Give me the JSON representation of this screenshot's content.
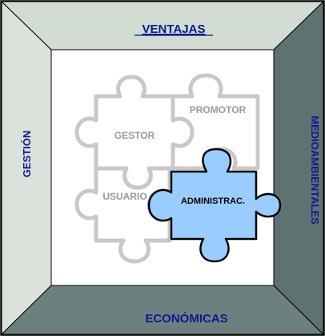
{
  "frame": {
    "top_label": "VENTAJAS",
    "left_label": "GESTIÓN",
    "right_label": "MEDIOAMBIENTALES",
    "bottom_label": "ECONÓMICAS"
  },
  "puzzle": {
    "pieces": [
      {
        "id": "gestor",
        "label": "GESTOR"
      },
      {
        "id": "promotor",
        "label": "PROMOTOR"
      },
      {
        "id": "usuario",
        "label": "USUARIO"
      },
      {
        "id": "administrac",
        "label": "ADMINISTRAC."
      }
    ]
  },
  "colors": {
    "frame_top": "#d2dcd2",
    "frame_left": "#dbe1db",
    "frame_right": "#5f7272",
    "frame_bottom": "#6d8080",
    "frame_text": "#0a1a8c",
    "piece_outline": "#c8c8c8",
    "piece_text": "#9a9a9a",
    "highlight_fill": "#99ccff",
    "highlight_stroke": "#000000"
  }
}
